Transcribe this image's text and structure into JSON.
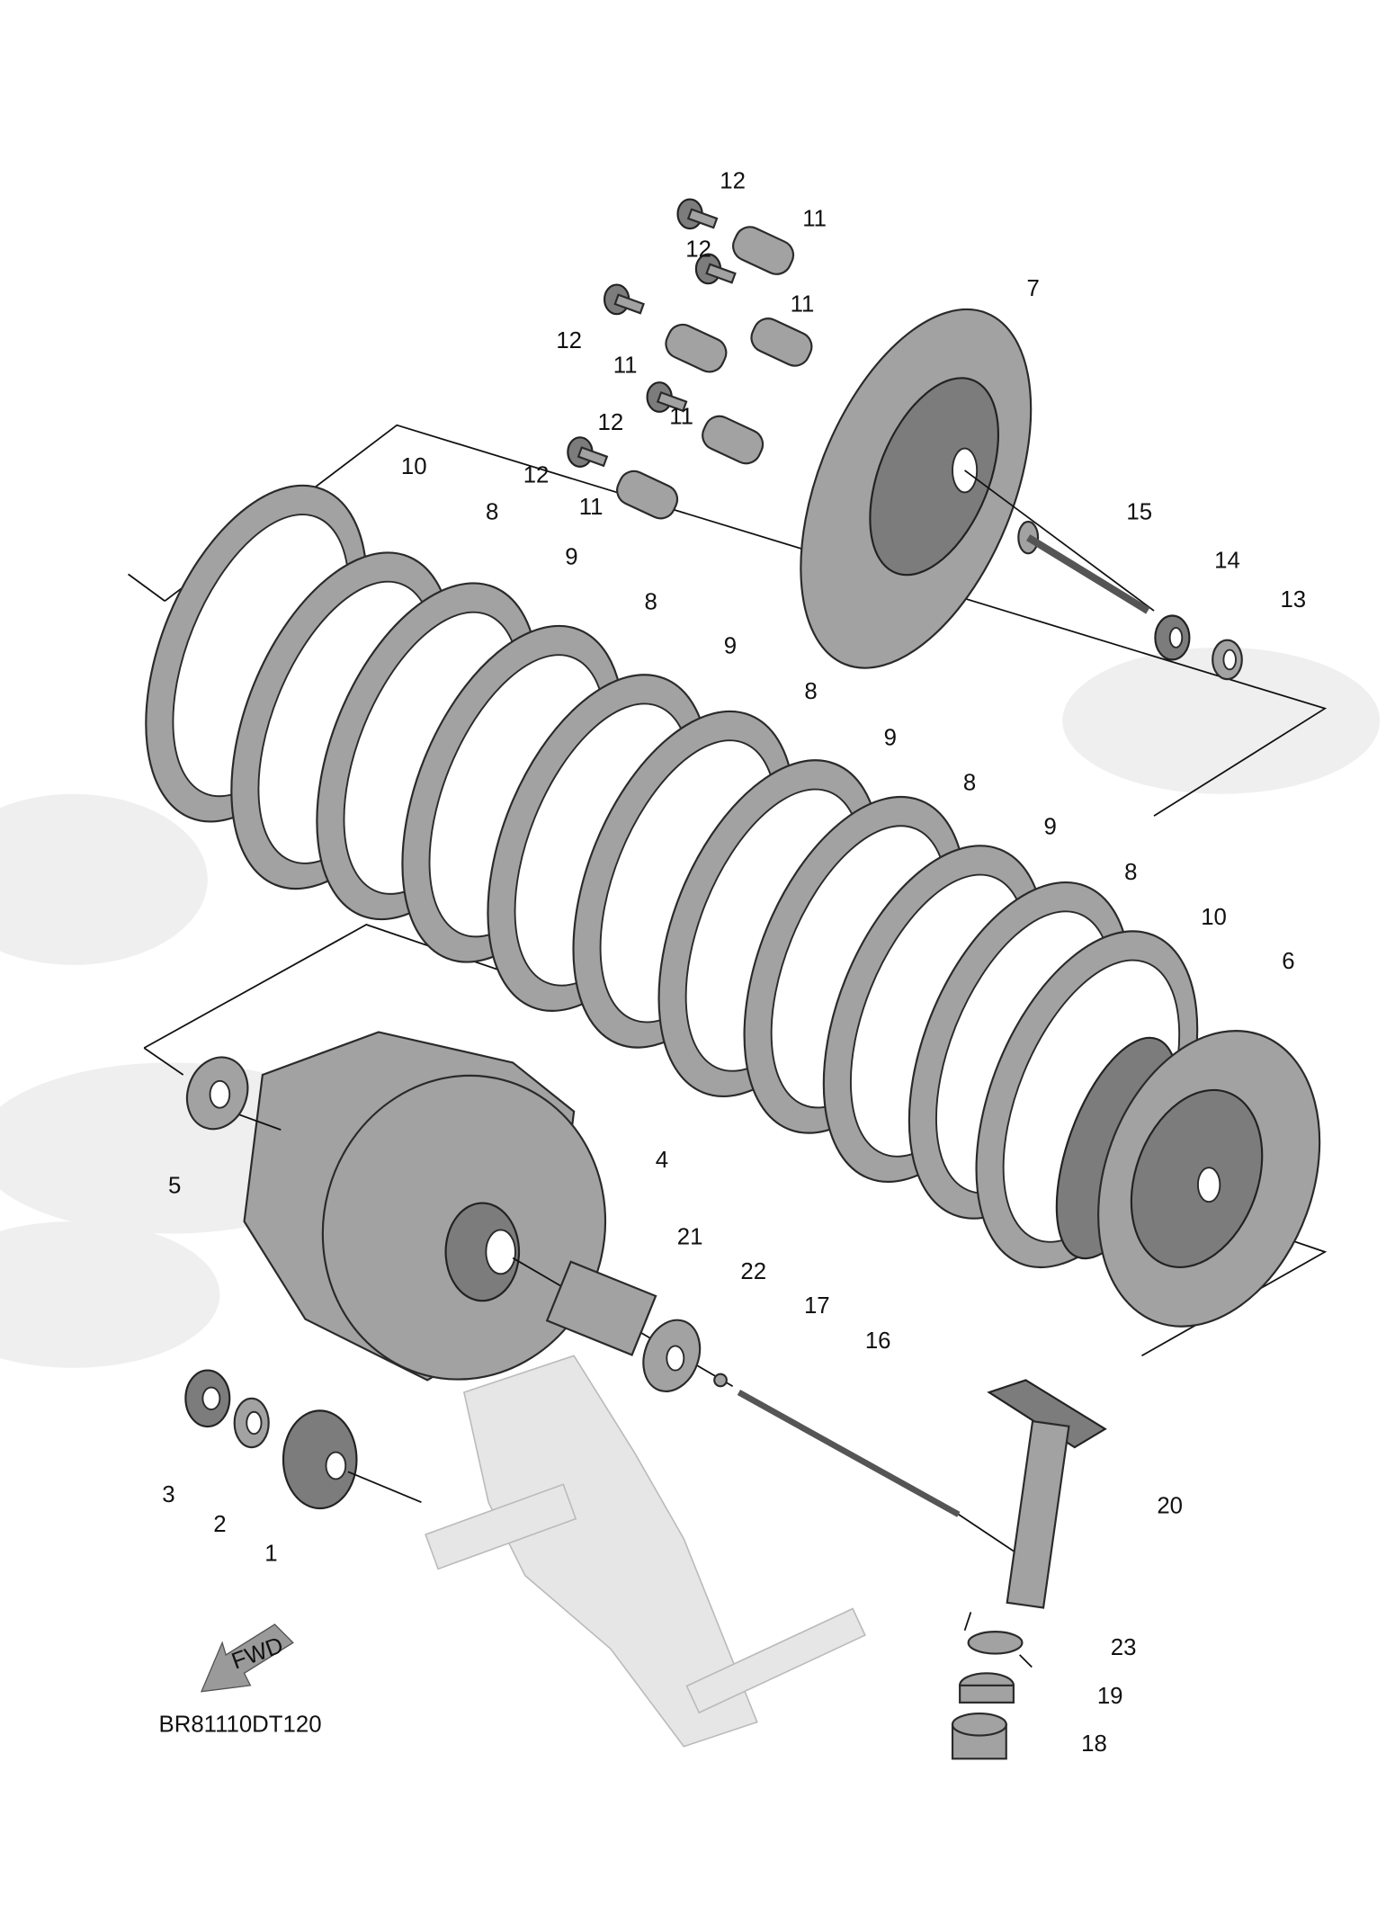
{
  "diagram": {
    "code": "BR81110DT120",
    "fwd_label": "FWD",
    "callouts": [
      {
        "num": "12"
      },
      {
        "num": "11"
      },
      {
        "num": "12"
      },
      {
        "num": "11"
      },
      {
        "num": "12"
      },
      {
        "num": "11"
      },
      {
        "num": "7"
      },
      {
        "num": "12"
      },
      {
        "num": "11"
      },
      {
        "num": "12"
      },
      {
        "num": "11"
      },
      {
        "num": "10"
      },
      {
        "num": "8"
      },
      {
        "num": "9"
      },
      {
        "num": "8"
      },
      {
        "num": "9"
      },
      {
        "num": "15"
      },
      {
        "num": "14"
      },
      {
        "num": "13"
      },
      {
        "num": "8"
      },
      {
        "num": "9"
      },
      {
        "num": "8"
      },
      {
        "num": "9"
      },
      {
        "num": "8"
      },
      {
        "num": "10"
      },
      {
        "num": "6"
      },
      {
        "num": "4"
      },
      {
        "num": "5"
      },
      {
        "num": "21"
      },
      {
        "num": "22"
      },
      {
        "num": "17"
      },
      {
        "num": "16"
      },
      {
        "num": "3"
      },
      {
        "num": "2"
      },
      {
        "num": "1"
      },
      {
        "num": "20"
      },
      {
        "num": "23"
      },
      {
        "num": "19"
      },
      {
        "num": "18"
      }
    ]
  }
}
